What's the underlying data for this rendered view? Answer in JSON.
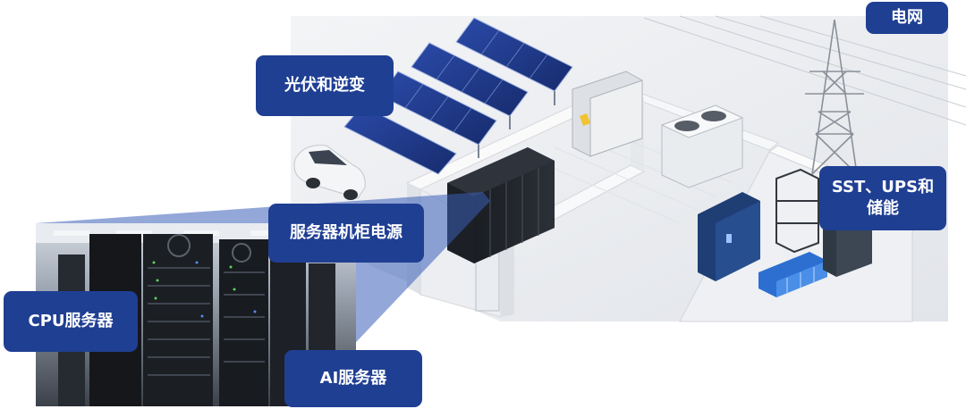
{
  "callouts": {
    "grid": "电网",
    "pv_inverter": "光伏和逆变",
    "server_rack_power": "服务器机柜电源",
    "cpu_server": "CPU服务器",
    "ai_server": "AI服务器",
    "sst_ups_storage": "SST、UPS和\n储能"
  },
  "icons": [
    "solar-panel-icon",
    "power-tower-icon",
    "server-rack-icon",
    "hvac-fan-icon",
    "car-icon",
    "battery-icon",
    "cabinet-icon"
  ],
  "colors": {
    "callout_bg": "#1f3f93",
    "callout_text": "#ffffff",
    "highlight_beam": "#3a5fb8"
  }
}
